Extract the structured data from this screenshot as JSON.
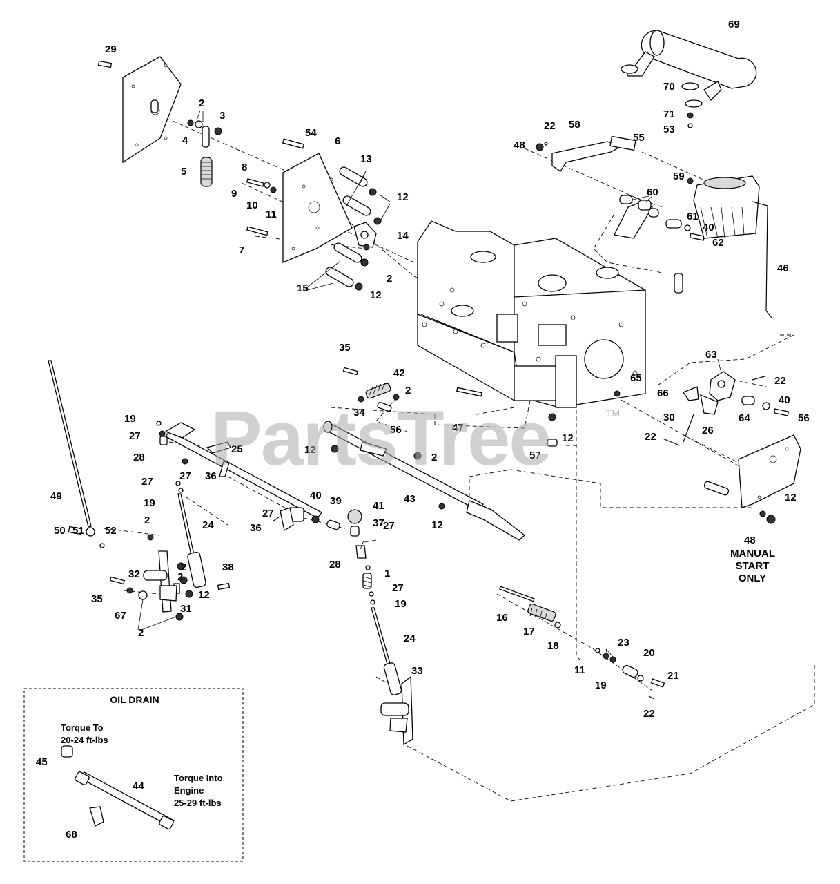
{
  "watermark": {
    "text": "PartsTree",
    "tm": "TM"
  },
  "oil_drain": {
    "title": "OIL DRAIN",
    "torque_to": "Torque To\n20-24 ft-lbs",
    "torque_into": "Torque Into\nEngine\n25-29 ft-lbs"
  },
  "manual_note": "MANUAL\nSTART\nONLY",
  "callouts": [
    "29",
    "2",
    "3",
    "4",
    "5",
    "54",
    "6",
    "13",
    "8",
    "9",
    "10",
    "11",
    "12",
    "14",
    "7",
    "15",
    "69",
    "70",
    "71",
    "53",
    "22",
    "58",
    "55",
    "48",
    "59",
    "60",
    "61",
    "40",
    "62",
    "46",
    "35",
    "42",
    "34",
    "56",
    "47",
    "63",
    "65",
    "66",
    "64",
    "30",
    "26",
    "57",
    "19",
    "27",
    "28",
    "25",
    "36",
    "49",
    "24",
    "43",
    "41",
    "39",
    "37",
    "50",
    "51",
    "52",
    "38",
    "32",
    "31",
    "67",
    "1",
    "16",
    "17",
    "18",
    "23",
    "20",
    "21",
    "33",
    "44",
    "45",
    "68"
  ],
  "colors": {
    "line": "#000000",
    "background": "#ffffff",
    "watermark": "#aaaaaa"
  }
}
